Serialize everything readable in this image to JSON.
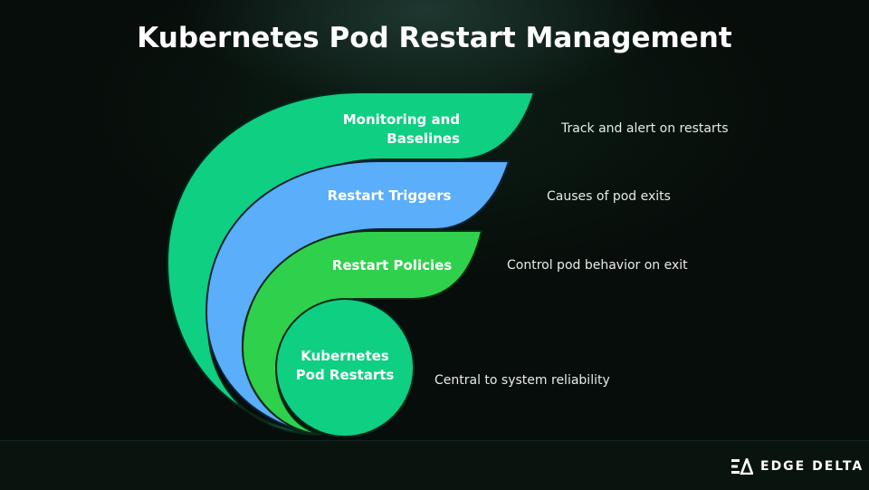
{
  "title": "Kubernetes Pod Restart Management",
  "layers": [
    {
      "label": "Monitoring and Baselines",
      "description": "Track and alert on restarts",
      "color": "#0fcf82"
    },
    {
      "label": "Restart Triggers",
      "description": "Causes of pod exits",
      "color": "#5aaefa"
    },
    {
      "label": "Restart Policies",
      "description": "Control pod behavior on exit",
      "color": "#2fd14c"
    },
    {
      "label": "Kubernetes Pod Restarts",
      "description": "Central to system reliability",
      "color": "#0fcf82"
    }
  ],
  "brand": {
    "name": "EDGE DELTA",
    "icon": "edge-delta-logo-icon"
  }
}
